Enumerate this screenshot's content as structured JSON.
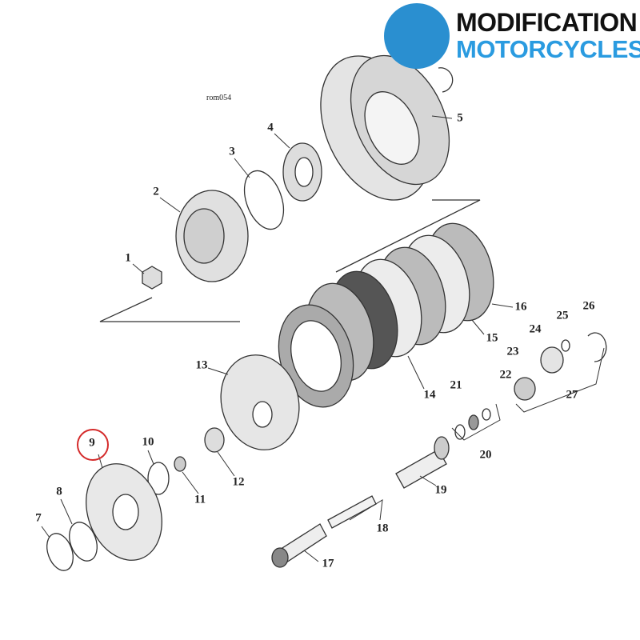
{
  "logo": {
    "line1": "MODIFICATION",
    "line2": "MOTORCYCLES",
    "accent": "#2a8fd0"
  },
  "diagram": {
    "reference": "rom054",
    "highlighted_part": "9",
    "highlight_color": "#d42a2a",
    "callouts": [
      "1",
      "2",
      "3",
      "4",
      "5",
      "7",
      "8",
      "9",
      "10",
      "11",
      "12",
      "13",
      "14",
      "15",
      "16",
      "17",
      "18",
      "19",
      "20",
      "21",
      "22",
      "23",
      "24",
      "25",
      "26",
      "27"
    ]
  }
}
